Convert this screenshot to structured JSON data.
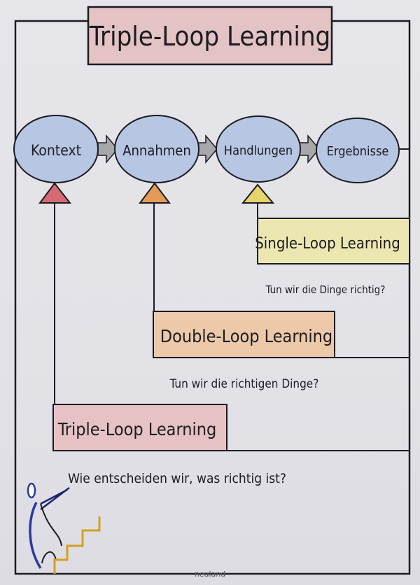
{
  "title": "Triple-Loop Learning",
  "process": [
    {
      "label": "Kontext"
    },
    {
      "label": "Annahmen"
    },
    {
      "label": "Handlungen"
    },
    {
      "label": "Ergebnisse"
    }
  ],
  "loops": [
    {
      "label": "Single-Loop Learning",
      "question": "Tun wir die Dinge richtig?",
      "color": "#ece7b0"
    },
    {
      "label": "Double-Loop Learning",
      "question": "Tun wir die richtigen Dinge?",
      "color": "#ecc9a8"
    },
    {
      "label": "Triple-Loop Learning",
      "question": "Wie entscheiden wir, was richtig ist?",
      "color": "#e6c2c4"
    }
  ],
  "colors": {
    "ellipse": "#b7c6e3",
    "title_box": "#e3c3c4",
    "tri_red": "#d66a72",
    "tri_orange": "#e59a58",
    "tri_yellow": "#e5d56a",
    "arrow": "#a8a8ac"
  },
  "footer": {
    "brand": "neuland"
  }
}
